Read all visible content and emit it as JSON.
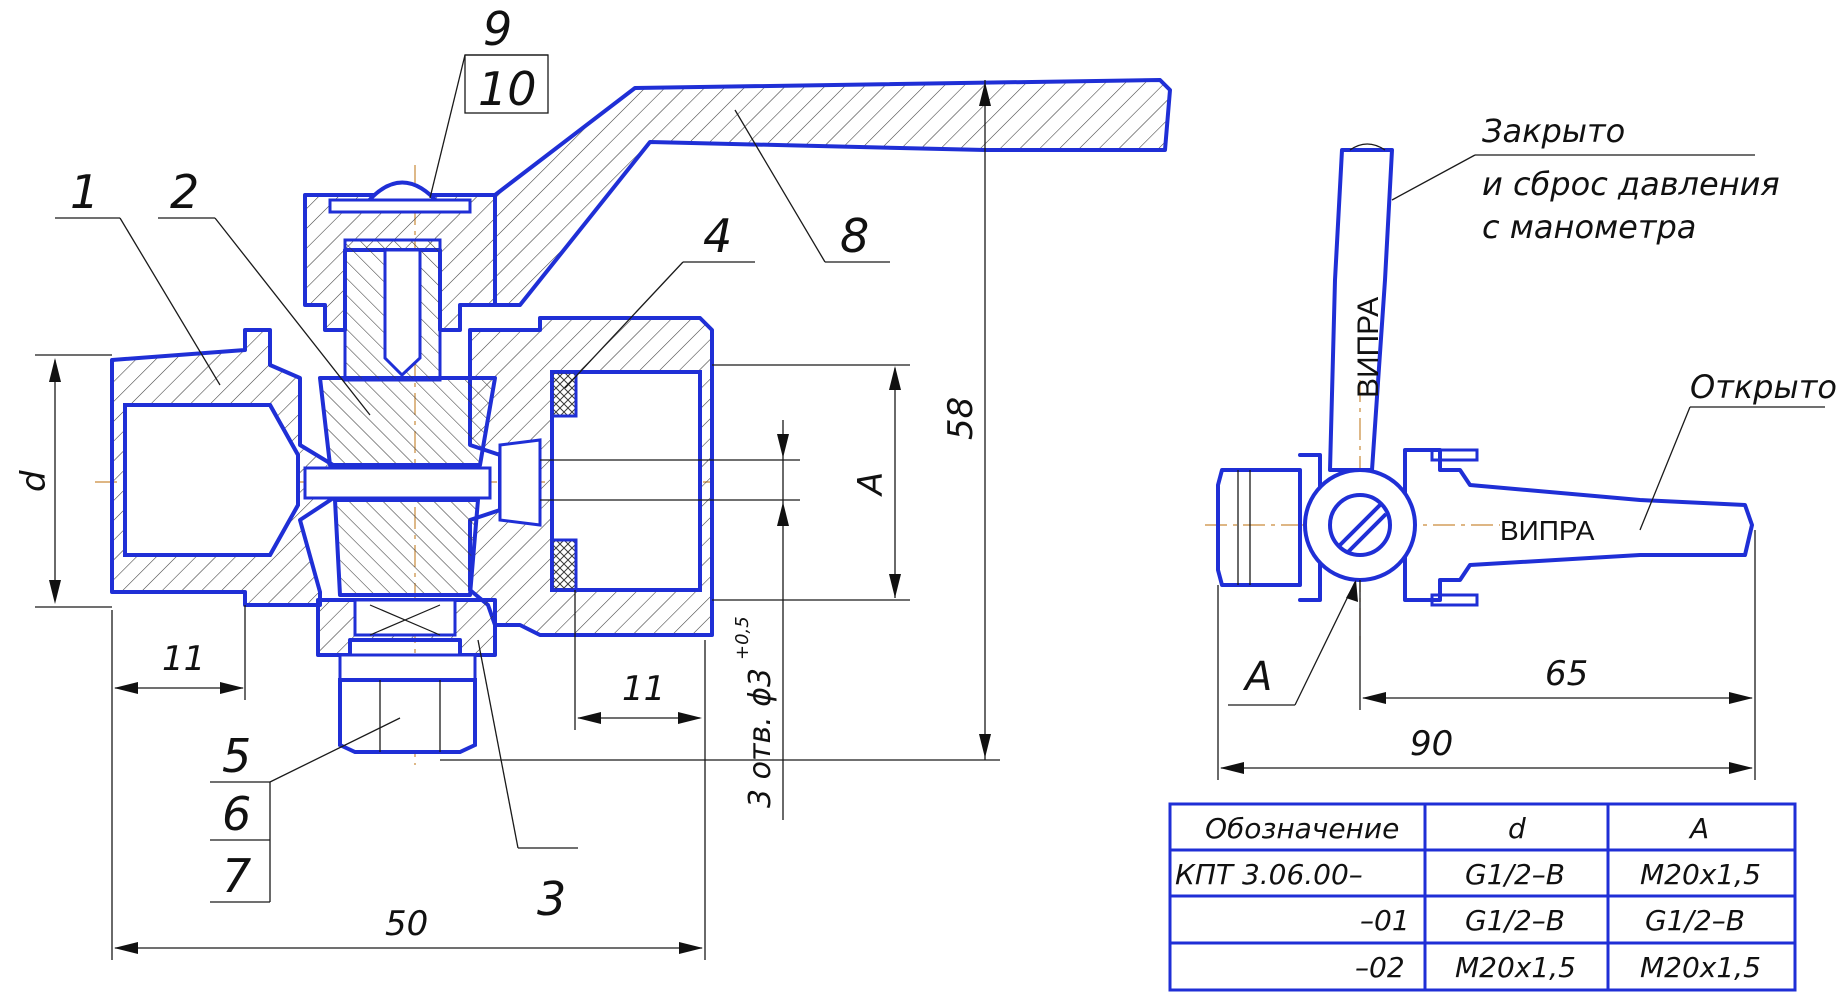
{
  "callouts": {
    "n1": "1",
    "n2": "2",
    "n3": "3",
    "n4": "4",
    "n5": "5",
    "n6": "6",
    "n7": "7",
    "n8": "8",
    "n9": "9",
    "n10": "10"
  },
  "dimensions": {
    "d": "d",
    "A": "A",
    "h58": "58",
    "w50": "50",
    "l11_left": "11",
    "l11_right": "11",
    "holes": "3 отв. ϕ3",
    "holes_tol": "+0,5",
    "w65": "65",
    "w90": "90",
    "view_A": "A"
  },
  "side_view": {
    "closed_line1": "Закрыто",
    "closed_line2": "и сброс давления",
    "closed_line3": "с манометра",
    "open": "Открыто",
    "brand_vertical": "ВИПРА",
    "brand_horizontal": "ВИПРА"
  },
  "table": {
    "headers": [
      "Обозначение",
      "d",
      "A"
    ],
    "rows": [
      [
        "КПТ 3.06.00–",
        "G1/2–B",
        "M20x1,5"
      ],
      [
        "–01",
        "G1/2–B",
        "G1/2–B"
      ],
      [
        "–02",
        "M20x1,5",
        "M20x1,5"
      ]
    ]
  },
  "colors": {
    "outline": "#1f2fd6",
    "hatch": "#3a3a3a",
    "centerline": "#c98a3a"
  }
}
